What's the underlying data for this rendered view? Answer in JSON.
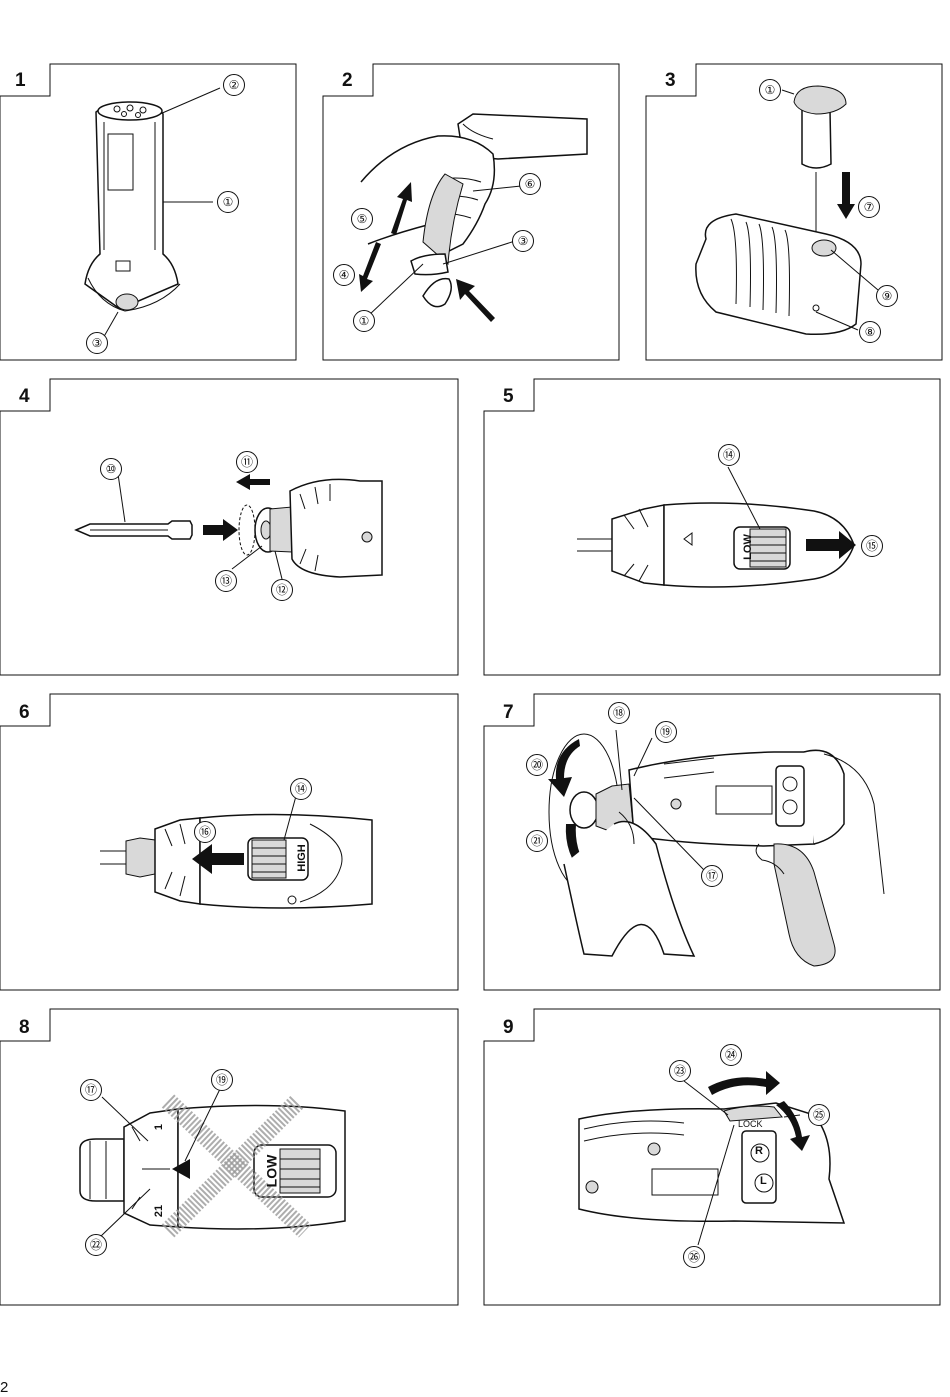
{
  "page_number": "2",
  "figures": [
    {
      "number": "1",
      "callouts": [
        "②",
        "①",
        "③"
      ]
    },
    {
      "number": "2",
      "callouts": [
        "⑥",
        "⑤",
        "③",
        "④",
        "①"
      ]
    },
    {
      "number": "3",
      "callouts": [
        "①",
        "⑦",
        "⑨",
        "⑧"
      ]
    },
    {
      "number": "4",
      "callouts": [
        "⑩",
        "⑪",
        "⑬",
        "⑫"
      ]
    },
    {
      "number": "5",
      "callouts": [
        "⑭",
        "⑮"
      ],
      "labels": [
        "LOW"
      ]
    },
    {
      "number": "6",
      "callouts": [
        "⑭",
        "⑯"
      ],
      "labels": [
        "HIGH"
      ]
    },
    {
      "number": "7",
      "callouts": [
        "⑱",
        "⑲",
        "⑳",
        "㉑",
        "⑰"
      ]
    },
    {
      "number": "8",
      "callouts": [
        "⑰",
        "⑲",
        "㉒"
      ],
      "labels": [
        "LOW",
        "1",
        "21"
      ]
    },
    {
      "number": "9",
      "callouts": [
        "㉔",
        "㉓",
        "㉕",
        "㉖"
      ],
      "labels": [
        "LOCK",
        "R",
        "L"
      ]
    }
  ]
}
